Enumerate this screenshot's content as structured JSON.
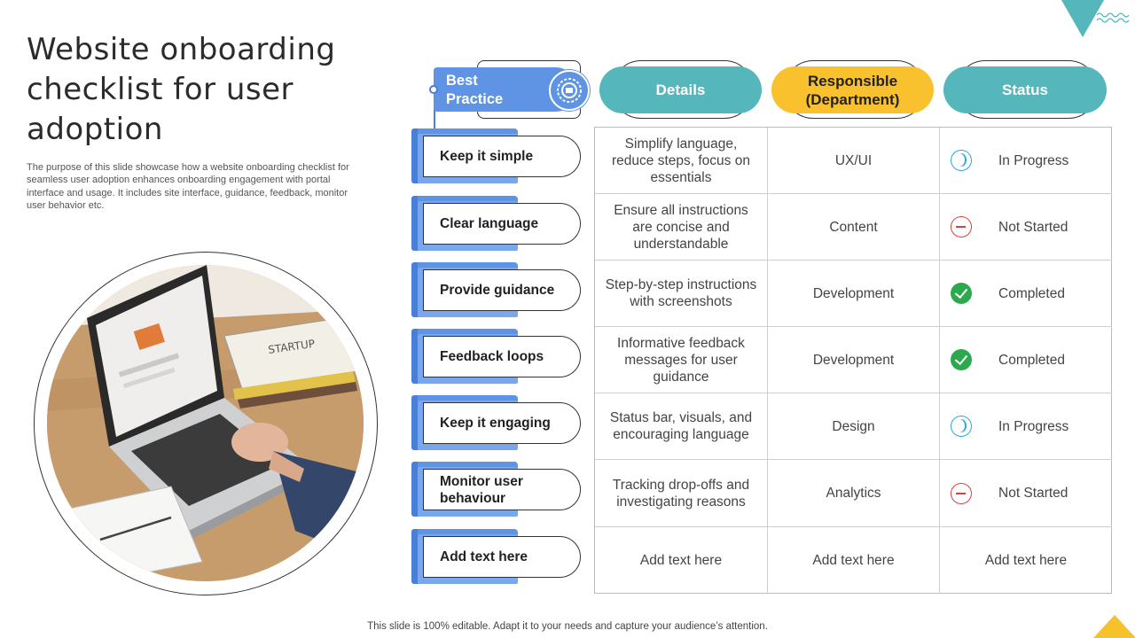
{
  "slide": {
    "title": "Website onboarding checklist for user adoption",
    "subtitle": "The purpose of this slide showcase how a website onboarding checklist for seamless user adoption enhances onboarding engagement with portal interface and usage. It includes site interface, guidance, feedback, monitor user behavior etc.",
    "footer": "This slide is 100% editable. Adapt it to your needs and capture your audience’s attention."
  },
  "colors": {
    "blue": "#5f93e3",
    "teal": "#55b6bb",
    "yellow": "#f8c12d",
    "in_progress": "#2aa7d8",
    "not_started": "#d9413b",
    "completed": "#2ba94c"
  },
  "headers": {
    "practice": "Best Practice",
    "details": "Details",
    "responsible": "Responsible (Department)",
    "status": "Status"
  },
  "rows": [
    {
      "practice": "Keep it simple",
      "details": "Simplify language, reduce steps, focus on essentials",
      "responsible": "UX/UI",
      "status": "In Progress",
      "status_icon": "in-progress-icon"
    },
    {
      "practice": "Clear language",
      "details": "Ensure all instructions are concise and understandable",
      "responsible": "Content",
      "status": "Not Started",
      "status_icon": "not-started-icon"
    },
    {
      "practice": "Provide guidance",
      "details": "Step-by-step instructions with screenshots",
      "responsible": "Development",
      "status": "Completed",
      "status_icon": "completed-icon"
    },
    {
      "practice": "Feedback loops",
      "details": "Informative feedback messages for user guidance",
      "responsible": "Development",
      "status": "Completed",
      "status_icon": "completed-icon"
    },
    {
      "practice": "Keep it engaging",
      "details": "Status bar, visuals, and encouraging language",
      "responsible": "Design",
      "status": "In Progress",
      "status_icon": "in-progress-icon"
    },
    {
      "practice": "Monitor user behaviour",
      "details": "Tracking drop-offs and investigating reasons",
      "responsible": "Analytics",
      "status": "Not Started",
      "status_icon": "not-started-icon"
    },
    {
      "practice": "Add text here",
      "details": "Add text here",
      "responsible": "Add text here",
      "status": "Add text here",
      "status_icon": ""
    }
  ]
}
